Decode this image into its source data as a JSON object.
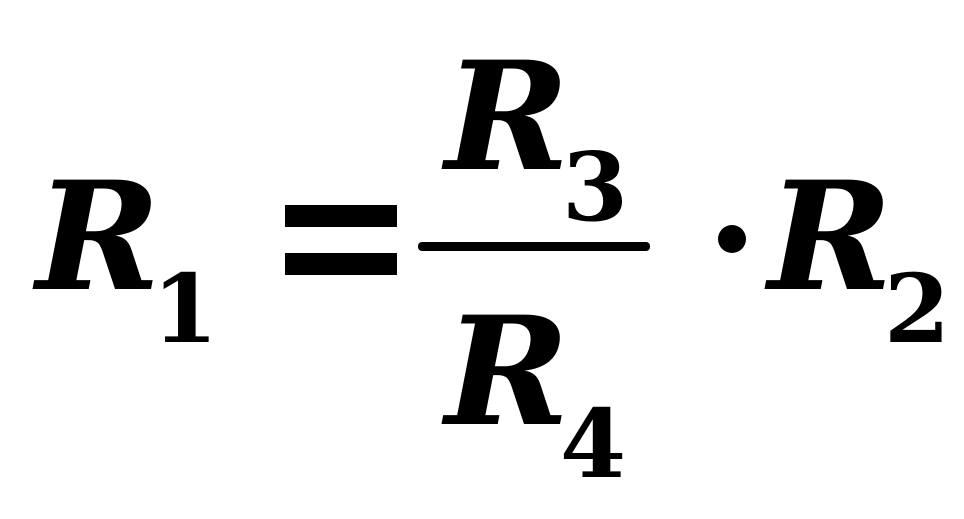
{
  "formula": {
    "lhs": {
      "symbol": "R",
      "subscript": "1"
    },
    "equals": "=",
    "numerator": {
      "symbol": "R",
      "subscript": "3"
    },
    "denominator": {
      "symbol": "R",
      "subscript": "4"
    },
    "operator": "·",
    "factor": {
      "symbol": "R",
      "subscript": "2"
    }
  }
}
